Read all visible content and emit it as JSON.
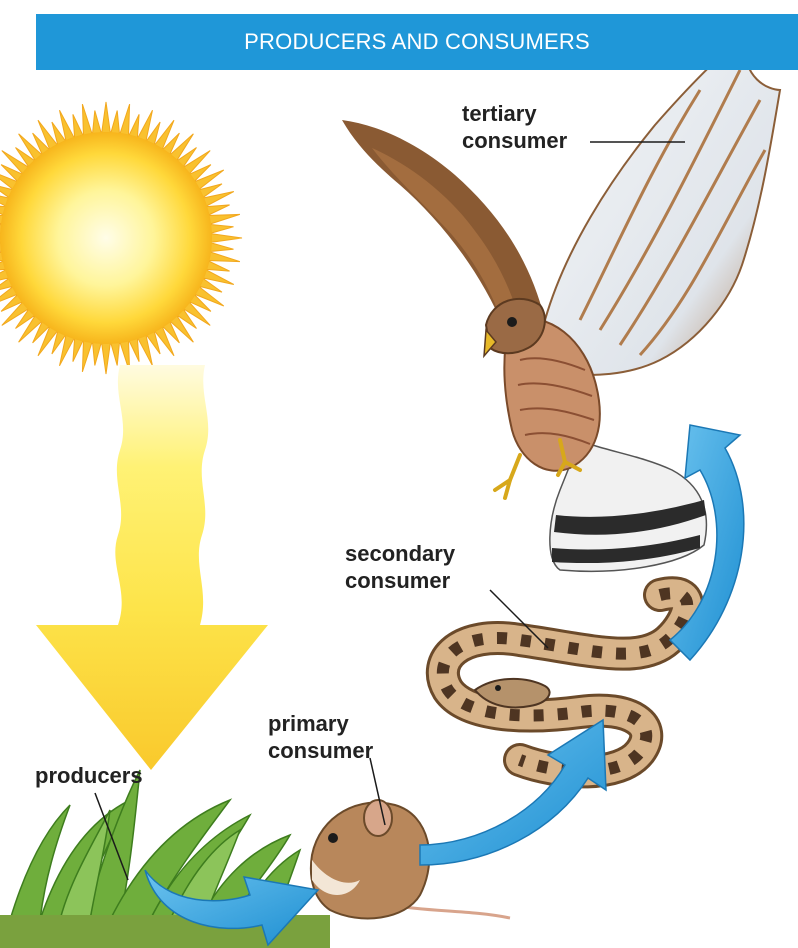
{
  "title": "PRODUCERS AND CONSUMERS",
  "labels": {
    "tertiary_line1": "tertiary",
    "tertiary_line2": "consumer",
    "secondary_line1": "secondary",
    "secondary_line2": "consumer",
    "primary_line1": "primary",
    "primary_line2": "consumer",
    "producers": "producers"
  },
  "colors": {
    "banner": "#1f97d8",
    "flow_arrow": "#3aa6e0",
    "sun": "#ffd23a",
    "energy_arrow": "#fbd23c"
  },
  "icons": [
    "sun-icon",
    "energy-arrow-icon",
    "hawk-icon",
    "snake-icon",
    "mouse-icon",
    "grass-icon",
    "flow-arrow-icon"
  ]
}
